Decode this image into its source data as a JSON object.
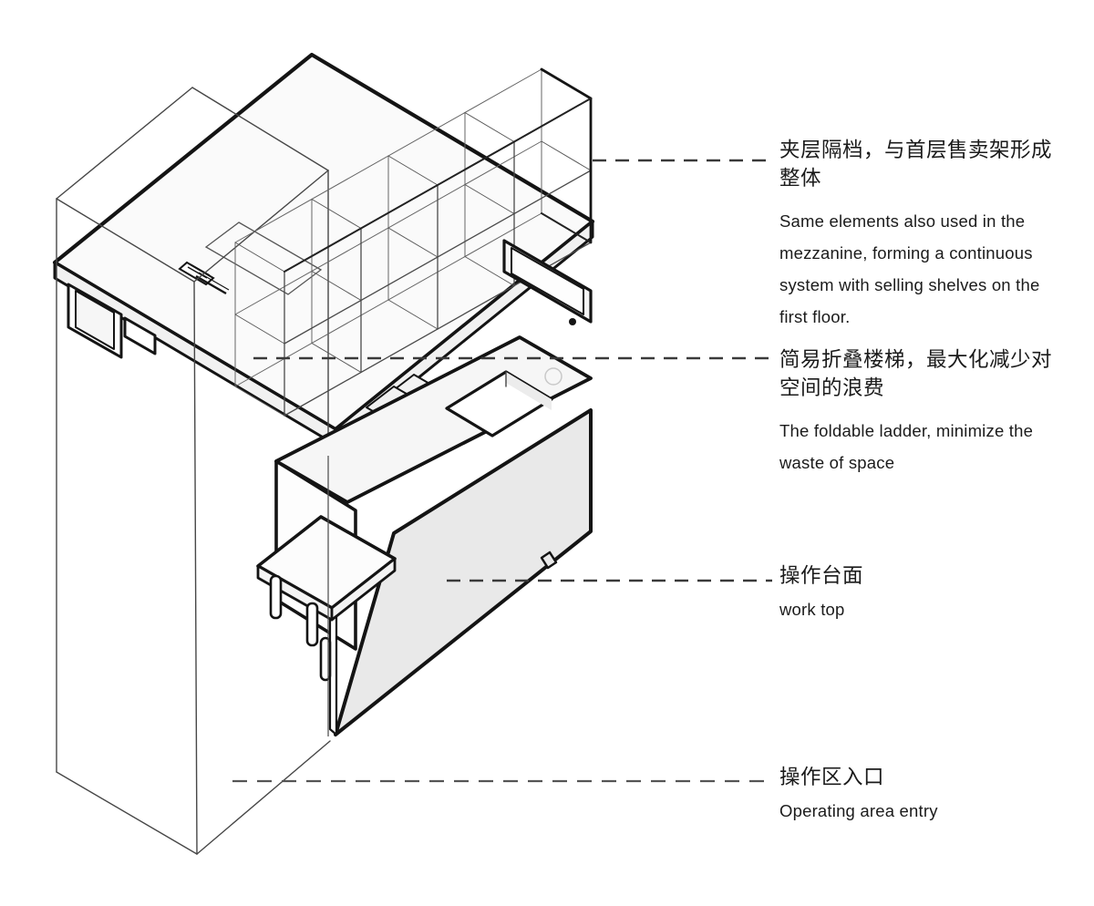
{
  "figure": {
    "kind": "exploded axonometric diagram of a kiosk with mezzanine",
    "background": "#ffffff"
  },
  "style": {
    "heavy_line_color": "#141414",
    "thin_line_color": "#4a4a4a",
    "leader_color": "#3a3a3a",
    "leader_color_light": "#555555",
    "panel_fill": "#e9e9e9",
    "slab_fill": "#fafafa"
  },
  "annotations": [
    {
      "id": "mezzanine-partition",
      "zh_lines": [
        "夹层隔档，与首层售卖架形成",
        "整体"
      ],
      "en_lines": [
        "Same elements also used in the",
        "mezzanine, forming a continuous",
        "system with selling shelves on the",
        "first floor."
      ]
    },
    {
      "id": "foldable-ladder",
      "zh_lines": [
        "简易折叠楼梯，最大化减少对",
        "空间的浪费"
      ],
      "en_lines": [
        "The foldable ladder, minimize the",
        "waste of space"
      ]
    },
    {
      "id": "work-top",
      "zh_lines": [
        "操作台面"
      ],
      "en_lines": [
        "work top"
      ]
    },
    {
      "id": "operating-area-entry",
      "zh_lines": [
        "操作区入口"
      ],
      "en_lines": [
        "Operating area entry"
      ]
    }
  ]
}
